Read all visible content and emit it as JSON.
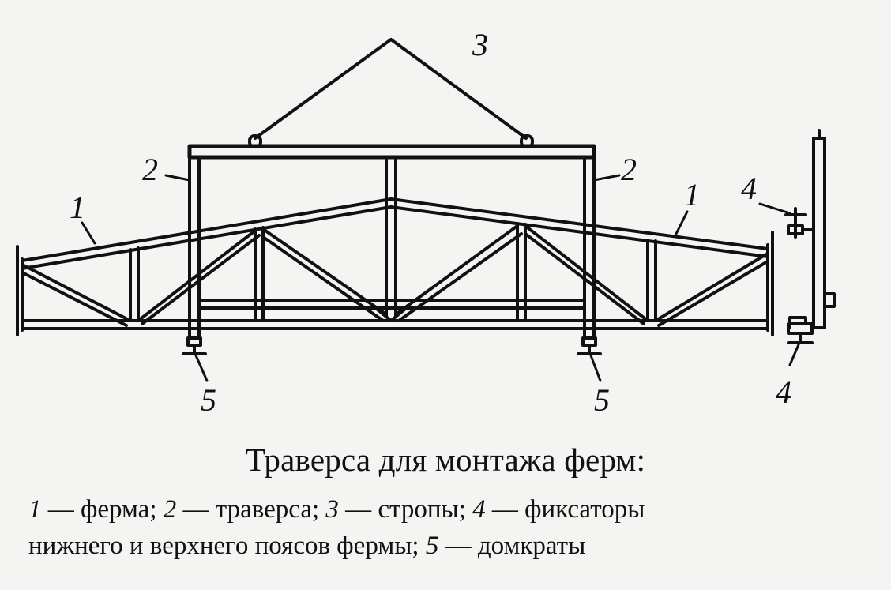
{
  "labels": {
    "l1_left": "1",
    "l1_right": "1",
    "l2_left": "2",
    "l2_right": "2",
    "l3": "3",
    "l4_top": "4",
    "l4_bottom": "4",
    "l5_left": "5",
    "l5_right": "5"
  },
  "caption": {
    "title": "Траверса для монтажа ферм:",
    "legend": [
      {
        "num": "1",
        "text": " — ферма; "
      },
      {
        "num": "2",
        "text": " — траверса; "
      },
      {
        "num": "3",
        "text": " — стропы; "
      },
      {
        "num": "4",
        "text": " — фиксаторы"
      },
      {
        "num": "",
        "text": "нижнего и верхнего поясов фермы; "
      },
      {
        "num": "5",
        "text": " — домкраты"
      }
    ]
  }
}
